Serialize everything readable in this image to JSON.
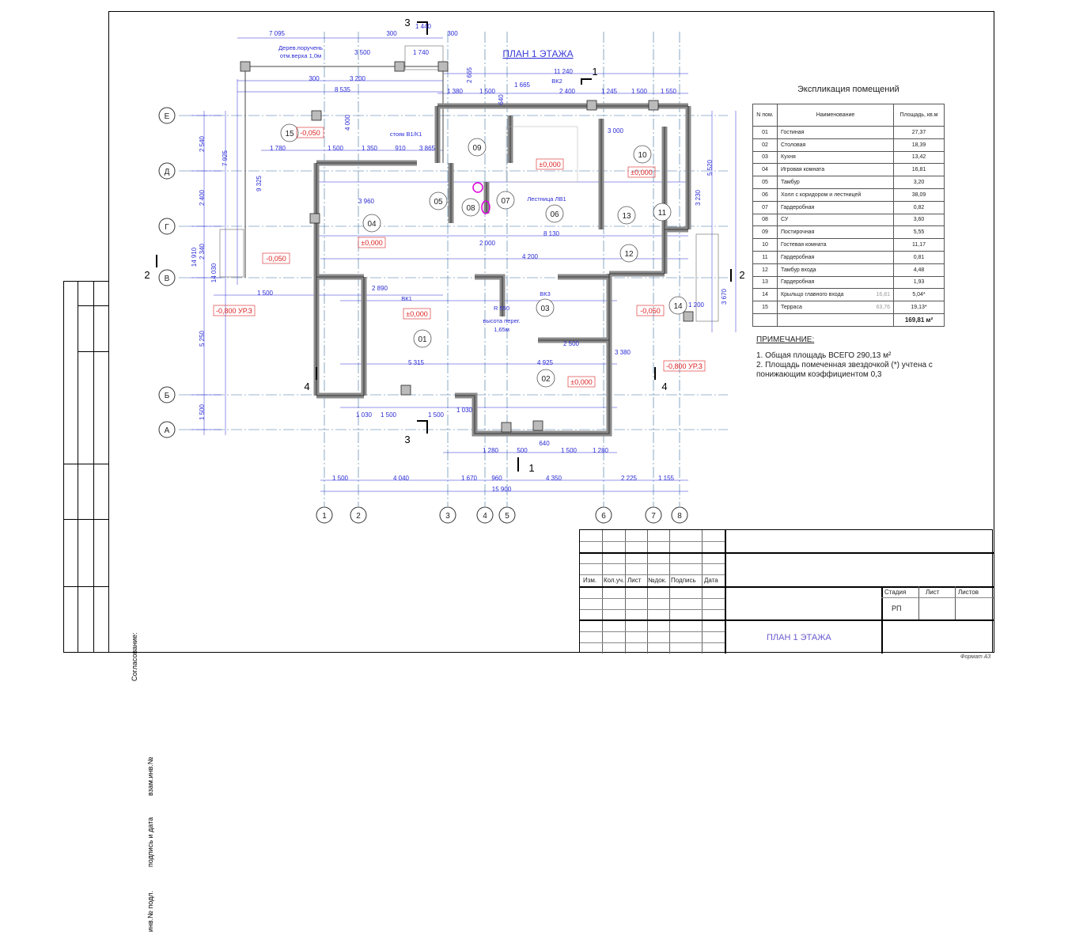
{
  "plan_title": "ПЛАН 1 ЭТАЖА",
  "axes_rows": [
    "Е",
    "Д",
    "Г",
    "В",
    "Б",
    "А"
  ],
  "axes_cols": [
    "1",
    "2",
    "3",
    "4",
    "5",
    "6",
    "7",
    "8"
  ],
  "sections": [
    "3",
    "1",
    "2",
    "2",
    "4",
    "4",
    "3",
    "1"
  ],
  "rooms": [
    "15",
    "09",
    "10",
    "05",
    "08",
    "07",
    "06",
    "04",
    "13",
    "11",
    "12",
    "03",
    "14",
    "01",
    "02"
  ],
  "levels": [
    "-0,050",
    "±0,000",
    "±0,000",
    "±0,000",
    "-0,050",
    "-0,800 УР.З",
    "±0,000",
    "-0,050",
    "±0,000",
    "-0,800 УР.З"
  ],
  "dims": [
    "7 095",
    "300",
    "1 440",
    "300",
    "3 500",
    "1 740",
    "300",
    "3 200",
    "8 535",
    "11 240",
    "2 665",
    "1 380",
    "1 500",
    "1 665",
    "640",
    "2 400",
    "1 245",
    "1 500",
    "1 550",
    "3 000",
    "1 780",
    "1 500",
    "1 350",
    "910",
    "3 865",
    "3 960",
    "8 130",
    "2 000",
    "4 200",
    "1 500",
    "2 890",
    "5 315",
    "4 925",
    "2 500",
    "3 380",
    "1 030",
    "1 500",
    "1 500",
    "1 030",
    "1 280",
    "500",
    "640",
    "1 500",
    "1 280",
    "1 500",
    "4 040",
    "1 670",
    "960",
    "4 350",
    "2 225",
    "1 155",
    "15 900",
    "2 540",
    "2 400",
    "2 340",
    "14 910",
    "14 030",
    "5 250",
    "1 500",
    "9 325",
    "7 925",
    "4 000",
    "5 520",
    "3 230",
    "3 670",
    "1 200"
  ],
  "annotations": [
    "Дерев.поручень",
    "отм.верха 1,0м",
    "стояк В1/К1",
    "Лестница ЛВ1",
    "ВК1",
    "ВК2",
    "ВК3",
    "R 550",
    "высота перег.",
    "1,65м"
  ],
  "explication": {
    "title": "Экспликация помещений",
    "headers": [
      "N пом.",
      "Наименование",
      "Площадь, кв.м"
    ],
    "rows": [
      [
        "01",
        "Гостиная",
        "",
        "27,37"
      ],
      [
        "02",
        "Столовая",
        "",
        "18,39"
      ],
      [
        "03",
        "Кухня",
        "",
        "13,42"
      ],
      [
        "04",
        "Игровая комната",
        "",
        "16,81"
      ],
      [
        "05",
        "Тамбур",
        "",
        "3,20"
      ],
      [
        "06",
        "Холл с коридором и лестницей",
        "",
        "38,09"
      ],
      [
        "07",
        "Гардеробная",
        "",
        "0,82"
      ],
      [
        "08",
        "СУ",
        "",
        "3,60"
      ],
      [
        "09",
        "Постирочная",
        "",
        "5,55"
      ],
      [
        "10",
        "Гостевая комната",
        "",
        "11,17"
      ],
      [
        "11",
        "Гардеробная",
        "",
        "0,81"
      ],
      [
        "12",
        "Тамбур входа",
        "",
        "4,48"
      ],
      [
        "13",
        "Гардеробная",
        "",
        "1,93"
      ],
      [
        "14",
        "Крыльцо главного входа",
        "16,81",
        "5,04*"
      ],
      [
        "15",
        "Терраса",
        "63,76",
        "19,13*"
      ]
    ],
    "total": "169,81 м²"
  },
  "notes": {
    "heading": "ПРИМЕЧАНИЕ:",
    "items": [
      "1. Общая площадь ВСЕГО 290,13 м²",
      "2. Площадь помеченная звездочкой (*) учтена с понижающим коэффициентом 0,3"
    ]
  },
  "stamp": [
    "Согласование:",
    "взам.инв.№",
    "подпись и дата",
    "инв.№ подл."
  ],
  "title_block": {
    "cols": [
      "Изм.",
      "Кол.уч.",
      "Лист",
      "№док.",
      "Подпись",
      "Дата"
    ],
    "stage_headers": [
      "Стадия",
      "Лист",
      "Листов"
    ],
    "stage": "РП",
    "sheet_title": "ПЛАН 1 ЭТАЖА",
    "format": "Формат А3"
  },
  "colors": {
    "dim": "#2b2bd6",
    "level": "#d22",
    "wall": "#888",
    "axis": "#3a6fa0"
  }
}
